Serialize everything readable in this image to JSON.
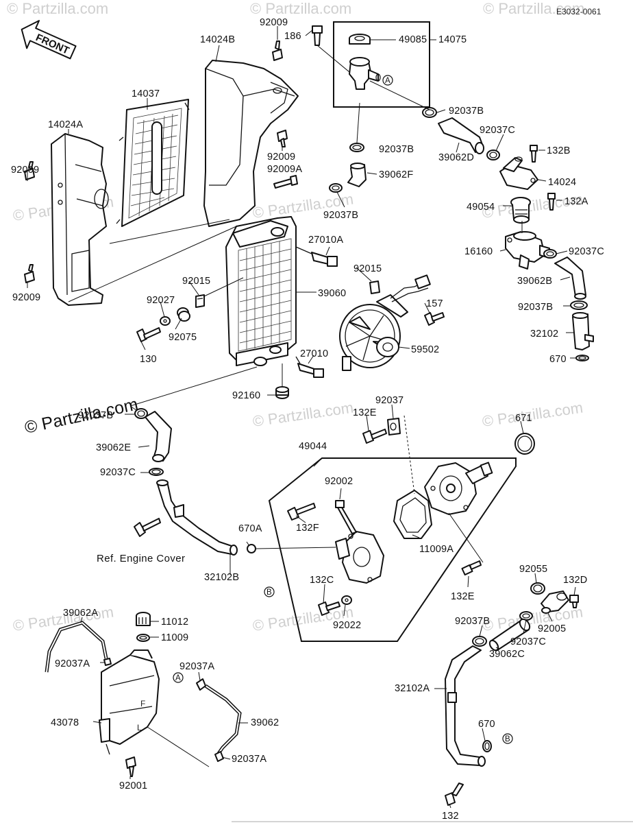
{
  "diagram_code": "E3032-0061",
  "front_label": "FRONT",
  "watermark": "© Partzilla.com",
  "watermark_faint": "© Partzilla.com",
  "reference_note": "Ref. Engine Cover",
  "callout_a": "A",
  "callout_b": "B",
  "part_labels": {
    "p92009_top": "92009",
    "p186": "186",
    "p49085": "49085",
    "p14075": "14075",
    "p14024B": "14024B",
    "p14037": "14037",
    "p14024A": "14024A",
    "p92009_left": "92009",
    "p92009_lower_left": "92009",
    "p92037B_a": "92037B",
    "p92037C_a": "92037C",
    "p39062D": "39062D",
    "p132B": "132B",
    "p92009_mid": "92009",
    "p92009A": "92009A",
    "p92037B_b": "92037B",
    "p39062F": "39062F",
    "p92037B_c": "92037B",
    "p14024": "14024",
    "p49054": "49054",
    "p132A": "132A",
    "p27010A": "27010A",
    "p16160": "16160",
    "p92037C_b": "92037C",
    "p39062B": "39062B",
    "p92015_a": "92015",
    "p92015_b": "92015",
    "p39060": "39060",
    "p92027": "92027",
    "p92037B_d": "92037B",
    "p157": "157",
    "p32102": "32102",
    "p92075": "92075",
    "p59502": "59502",
    "p130": "130",
    "p27010": "27010",
    "p670": "670",
    "p92160": "92160",
    "p92037B_e": "92037B",
    "p92037": "92037",
    "p132E_a": "132E",
    "p671": "671",
    "p39062E": "39062E",
    "p49044": "49044",
    "p92037C_c": "92037C",
    "p92002": "92002",
    "p132F": "132F",
    "p11009A": "11009A",
    "p670A": "670A",
    "p32102B": "32102B",
    "p132E_b": "132E",
    "p92055": "92055",
    "p132D": "132D",
    "p132C": "132C",
    "p39062A": "39062A",
    "p11012": "11012",
    "p92022": "92022",
    "p92037B_f": "92037B",
    "p92005": "92005",
    "p11009": "11009",
    "p92037C_d": "92037C",
    "p39062C": "39062C",
    "p92037A_a": "92037A",
    "p92037A_b": "92037A",
    "p32102A": "32102A",
    "p43078": "43078",
    "p39062": "39062",
    "p670_b": "670",
    "p92037A_c": "92037A",
    "p92001": "92001",
    "p132": "132"
  }
}
